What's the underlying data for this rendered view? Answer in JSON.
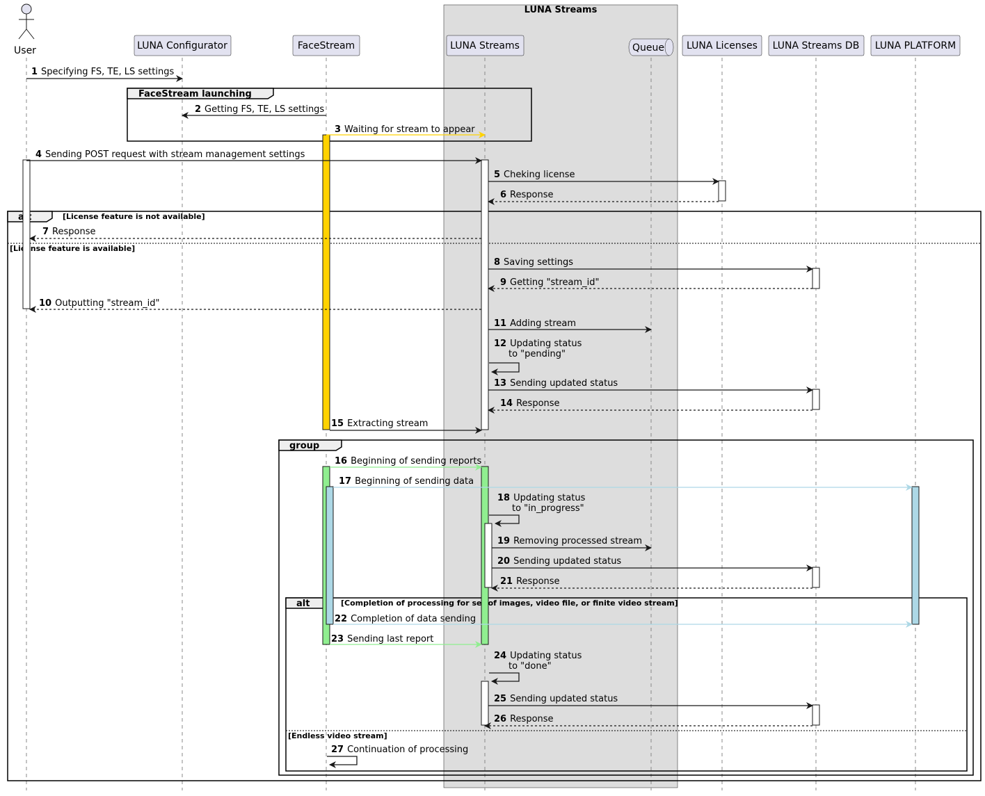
{
  "box": {
    "title": "LUNA Streams"
  },
  "participants": [
    {
      "id": "user",
      "name": "User",
      "kind": "actor"
    },
    {
      "id": "conf",
      "name": "LUNA Configurator",
      "kind": "participant"
    },
    {
      "id": "fs",
      "name": "FaceStream",
      "kind": "participant"
    },
    {
      "id": "streams",
      "name": "LUNA Streams",
      "kind": "participant"
    },
    {
      "id": "queue",
      "name": "Queue",
      "kind": "queue"
    },
    {
      "id": "lic",
      "name": "LUNA Licenses",
      "kind": "participant"
    },
    {
      "id": "sdb",
      "name": "LUNA Streams DB",
      "kind": "participant"
    },
    {
      "id": "plat",
      "name": "LUNA PLATFORM",
      "kind": "participant"
    }
  ],
  "messages": [
    {
      "n": "1",
      "from": "user",
      "to": "conf",
      "label": [
        "Specifying FS, TE, LS settings"
      ],
      "style": "solid",
      "color": "#181818"
    },
    {
      "n": "2",
      "from": "fs",
      "to": "conf",
      "label": [
        "Getting FS, TE, LS settings"
      ],
      "style": "solid",
      "color": "#181818"
    },
    {
      "n": "3",
      "from": "fs",
      "to": "streams",
      "label": [
        "Waiting for stream to appear"
      ],
      "style": "solid",
      "color": "#FFD200"
    },
    {
      "n": "4",
      "from": "user",
      "to": "streams",
      "label": [
        "Sending POST request with stream management settings"
      ],
      "style": "solid",
      "color": "#181818"
    },
    {
      "n": "5",
      "from": "streams",
      "to": "lic",
      "label": [
        "Cheking license"
      ],
      "style": "solid",
      "color": "#181818"
    },
    {
      "n": "6",
      "from": "lic",
      "to": "streams",
      "label": [
        "Response"
      ],
      "style": "dashed",
      "color": "#181818"
    },
    {
      "n": "7",
      "from": "streams",
      "to": "user",
      "label": [
        "Response"
      ],
      "style": "dashed",
      "color": "#181818"
    },
    {
      "n": "8",
      "from": "streams",
      "to": "sdb",
      "label": [
        "Saving settings"
      ],
      "style": "solid",
      "color": "#181818"
    },
    {
      "n": "9",
      "from": "sdb",
      "to": "streams",
      "label": [
        "Getting \"stream_id\""
      ],
      "style": "dashed",
      "color": "#181818"
    },
    {
      "n": "10",
      "from": "streams",
      "to": "user",
      "label": [
        "Outputting \"stream_id\""
      ],
      "style": "dashed",
      "color": "#181818"
    },
    {
      "n": "11",
      "from": "streams",
      "to": "queue",
      "label": [
        "Adding stream"
      ],
      "style": "solid",
      "color": "#181818"
    },
    {
      "n": "12",
      "from": "streams",
      "to": "streams",
      "label": [
        "Updating status",
        "to \"pending\""
      ],
      "style": "solid",
      "color": "#181818"
    },
    {
      "n": "13",
      "from": "streams",
      "to": "sdb",
      "label": [
        "Sending updated status"
      ],
      "style": "solid",
      "color": "#181818"
    },
    {
      "n": "14",
      "from": "sdb",
      "to": "streams",
      "label": [
        "Response"
      ],
      "style": "dashed",
      "color": "#181818"
    },
    {
      "n": "15",
      "from": "fs",
      "to": "streams",
      "label": [
        "Extracting stream"
      ],
      "style": "solid",
      "color": "#181818"
    },
    {
      "n": "16",
      "from": "fs",
      "to": "streams",
      "label": [
        "Beginning of sending reports"
      ],
      "style": "solid",
      "color": "#90EE90"
    },
    {
      "n": "17",
      "from": "fs",
      "to": "plat",
      "label": [
        "Beginning of sending data"
      ],
      "style": "solid",
      "color": "#ADD8E6"
    },
    {
      "n": "18",
      "from": "streams",
      "to": "streams",
      "label": [
        "Updating status",
        "to \"in_progress\""
      ],
      "style": "solid",
      "color": "#181818"
    },
    {
      "n": "19",
      "from": "streams",
      "to": "queue",
      "label": [
        "Removing processed stream"
      ],
      "style": "solid",
      "color": "#181818"
    },
    {
      "n": "20",
      "from": "streams",
      "to": "sdb",
      "label": [
        "Sending updated status"
      ],
      "style": "solid",
      "color": "#181818"
    },
    {
      "n": "21",
      "from": "sdb",
      "to": "streams",
      "label": [
        "Response"
      ],
      "style": "dashed",
      "color": "#181818"
    },
    {
      "n": "22",
      "from": "fs",
      "to": "plat",
      "label": [
        "Completion of data sending"
      ],
      "style": "solid",
      "color": "#ADD8E6"
    },
    {
      "n": "23",
      "from": "fs",
      "to": "streams",
      "label": [
        "Sending last report"
      ],
      "style": "solid",
      "color": "#90EE90"
    },
    {
      "n": "24",
      "from": "streams",
      "to": "streams",
      "label": [
        "Updating status",
        "to \"done\""
      ],
      "style": "solid",
      "color": "#181818"
    },
    {
      "n": "25",
      "from": "streams",
      "to": "sdb",
      "label": [
        "Sending updated status"
      ],
      "style": "solid",
      "color": "#181818"
    },
    {
      "n": "26",
      "from": "sdb",
      "to": "streams",
      "label": [
        "Response"
      ],
      "style": "dashed",
      "color": "#181818"
    },
    {
      "n": "27",
      "from": "fs",
      "to": "fs",
      "label": [
        "Continuation of processing"
      ],
      "style": "solid",
      "color": "#181818"
    }
  ],
  "frames": [
    {
      "id": "launch",
      "title": "FaceStream launching",
      "conditions": []
    },
    {
      "id": "alt1",
      "title": "alt",
      "conditions": [
        "[License feature is not available]",
        "[License feature is available]"
      ]
    },
    {
      "id": "group",
      "title": "group",
      "conditions": []
    },
    {
      "id": "alt2",
      "title": "alt",
      "conditions": [
        "[Completion of processing for set of images, video file, or finite video stream]",
        "[Endless video stream]"
      ]
    }
  ],
  "activations": [
    {
      "on": "fs",
      "color": "#FFD200"
    },
    {
      "on": "user",
      "color": "#FFFFFF"
    },
    {
      "on": "streams",
      "color": "#FFFFFF"
    },
    {
      "on": "lic",
      "color": "#FFFFFF"
    },
    {
      "on": "sdb",
      "color": "#FFFFFF"
    },
    {
      "on": "sdb",
      "color": "#FFFFFF"
    },
    {
      "on": "fs",
      "color": "#90EE90"
    },
    {
      "on": "fs",
      "color": "#ADD8E6"
    },
    {
      "on": "streams",
      "color": "#90EE90"
    },
    {
      "on": "plat",
      "color": "#ADD8E6"
    },
    {
      "on": "streams",
      "color": "#FFFFFF"
    },
    {
      "on": "sdb",
      "color": "#FFFFFF"
    },
    {
      "on": "streams",
      "color": "#FFFFFF"
    },
    {
      "on": "sdb",
      "color": "#FFFFFF"
    }
  ],
  "colors": {
    "participant_fill": "#E2E2F0",
    "box_fill": "#DDDDDD",
    "frame_header_fill": "#EEEEEE",
    "line": "#181818",
    "lifeline": "#888888"
  }
}
